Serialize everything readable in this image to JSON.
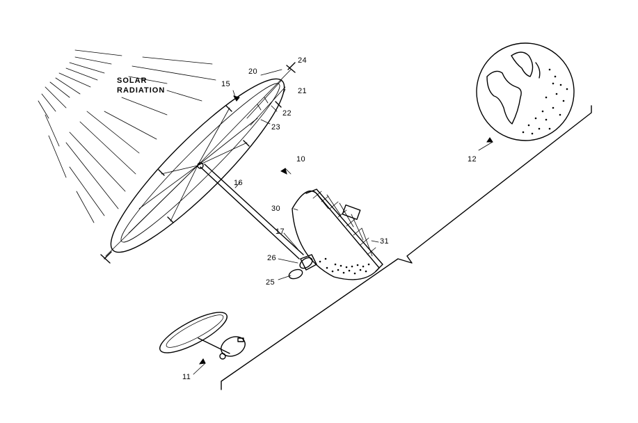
{
  "labels": {
    "solar_radiation_line1": "SOLAR",
    "solar_radiation_line2": "RADIATION",
    "ref_10": "10",
    "ref_11": "11",
    "ref_12": "12",
    "ref_15": "15",
    "ref_16": "16",
    "ref_17": "17",
    "ref_20": "20",
    "ref_21": "21",
    "ref_22": "22",
    "ref_23": "23",
    "ref_24": "24",
    "ref_25": "25",
    "ref_26": "26",
    "ref_30": "30",
    "ref_31": "31"
  },
  "colors": {
    "ink": "#000000",
    "paper": "#ffffff"
  }
}
